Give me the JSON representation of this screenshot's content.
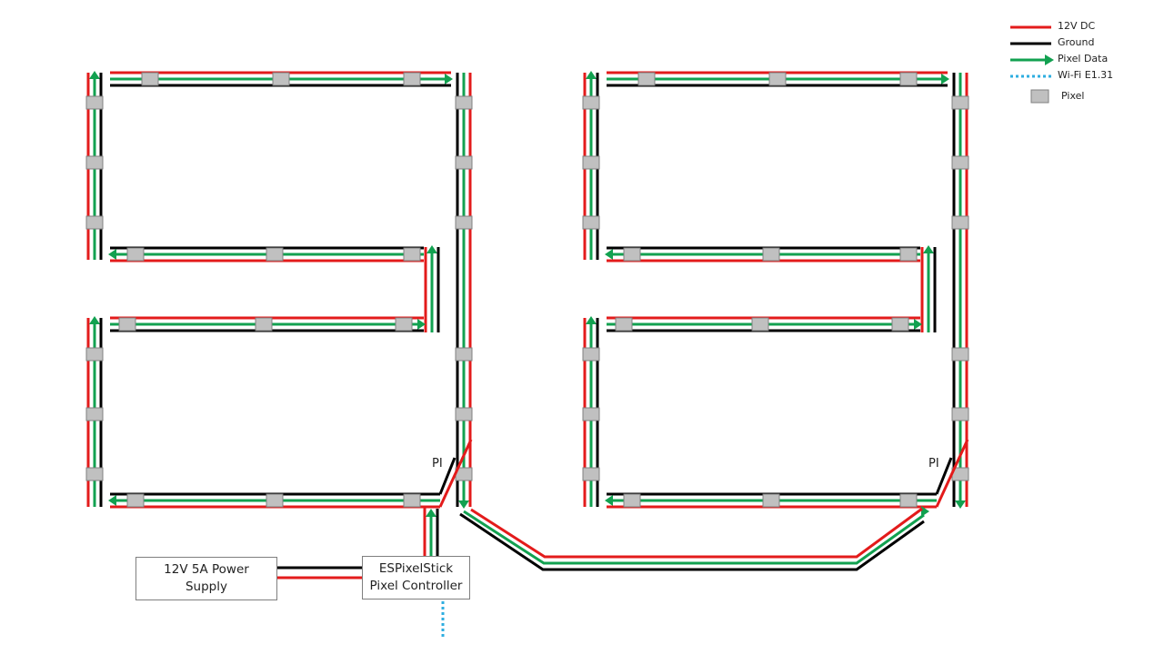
{
  "colors": {
    "power": "#e31b1b",
    "ground": "#000000",
    "data": "#12a150",
    "wifi": "#2eaee0",
    "pixel_fill": "#c0c0c0",
    "pixel_stroke": "#808080"
  },
  "legend": {
    "items": [
      {
        "key": "power",
        "label": "12V DC",
        "icon": "red-line"
      },
      {
        "key": "ground",
        "label": "Ground",
        "icon": "black-line"
      },
      {
        "key": "data",
        "label": "Pixel Data",
        "icon": "green-arrow"
      },
      {
        "key": "wifi",
        "label": "Wi-Fi E1.31",
        "icon": "dotted-blue-line"
      },
      {
        "key": "pixel",
        "label": "Pixel",
        "icon": "grey-square"
      }
    ]
  },
  "components": {
    "power_supply": {
      "line1": "12V 5A Power",
      "line2": "Supply"
    },
    "controller": {
      "line1": "ESPixelStick",
      "line2": "Pixel Controller"
    }
  },
  "labels": {
    "pi_left": "PI",
    "pi_right": "PI"
  }
}
